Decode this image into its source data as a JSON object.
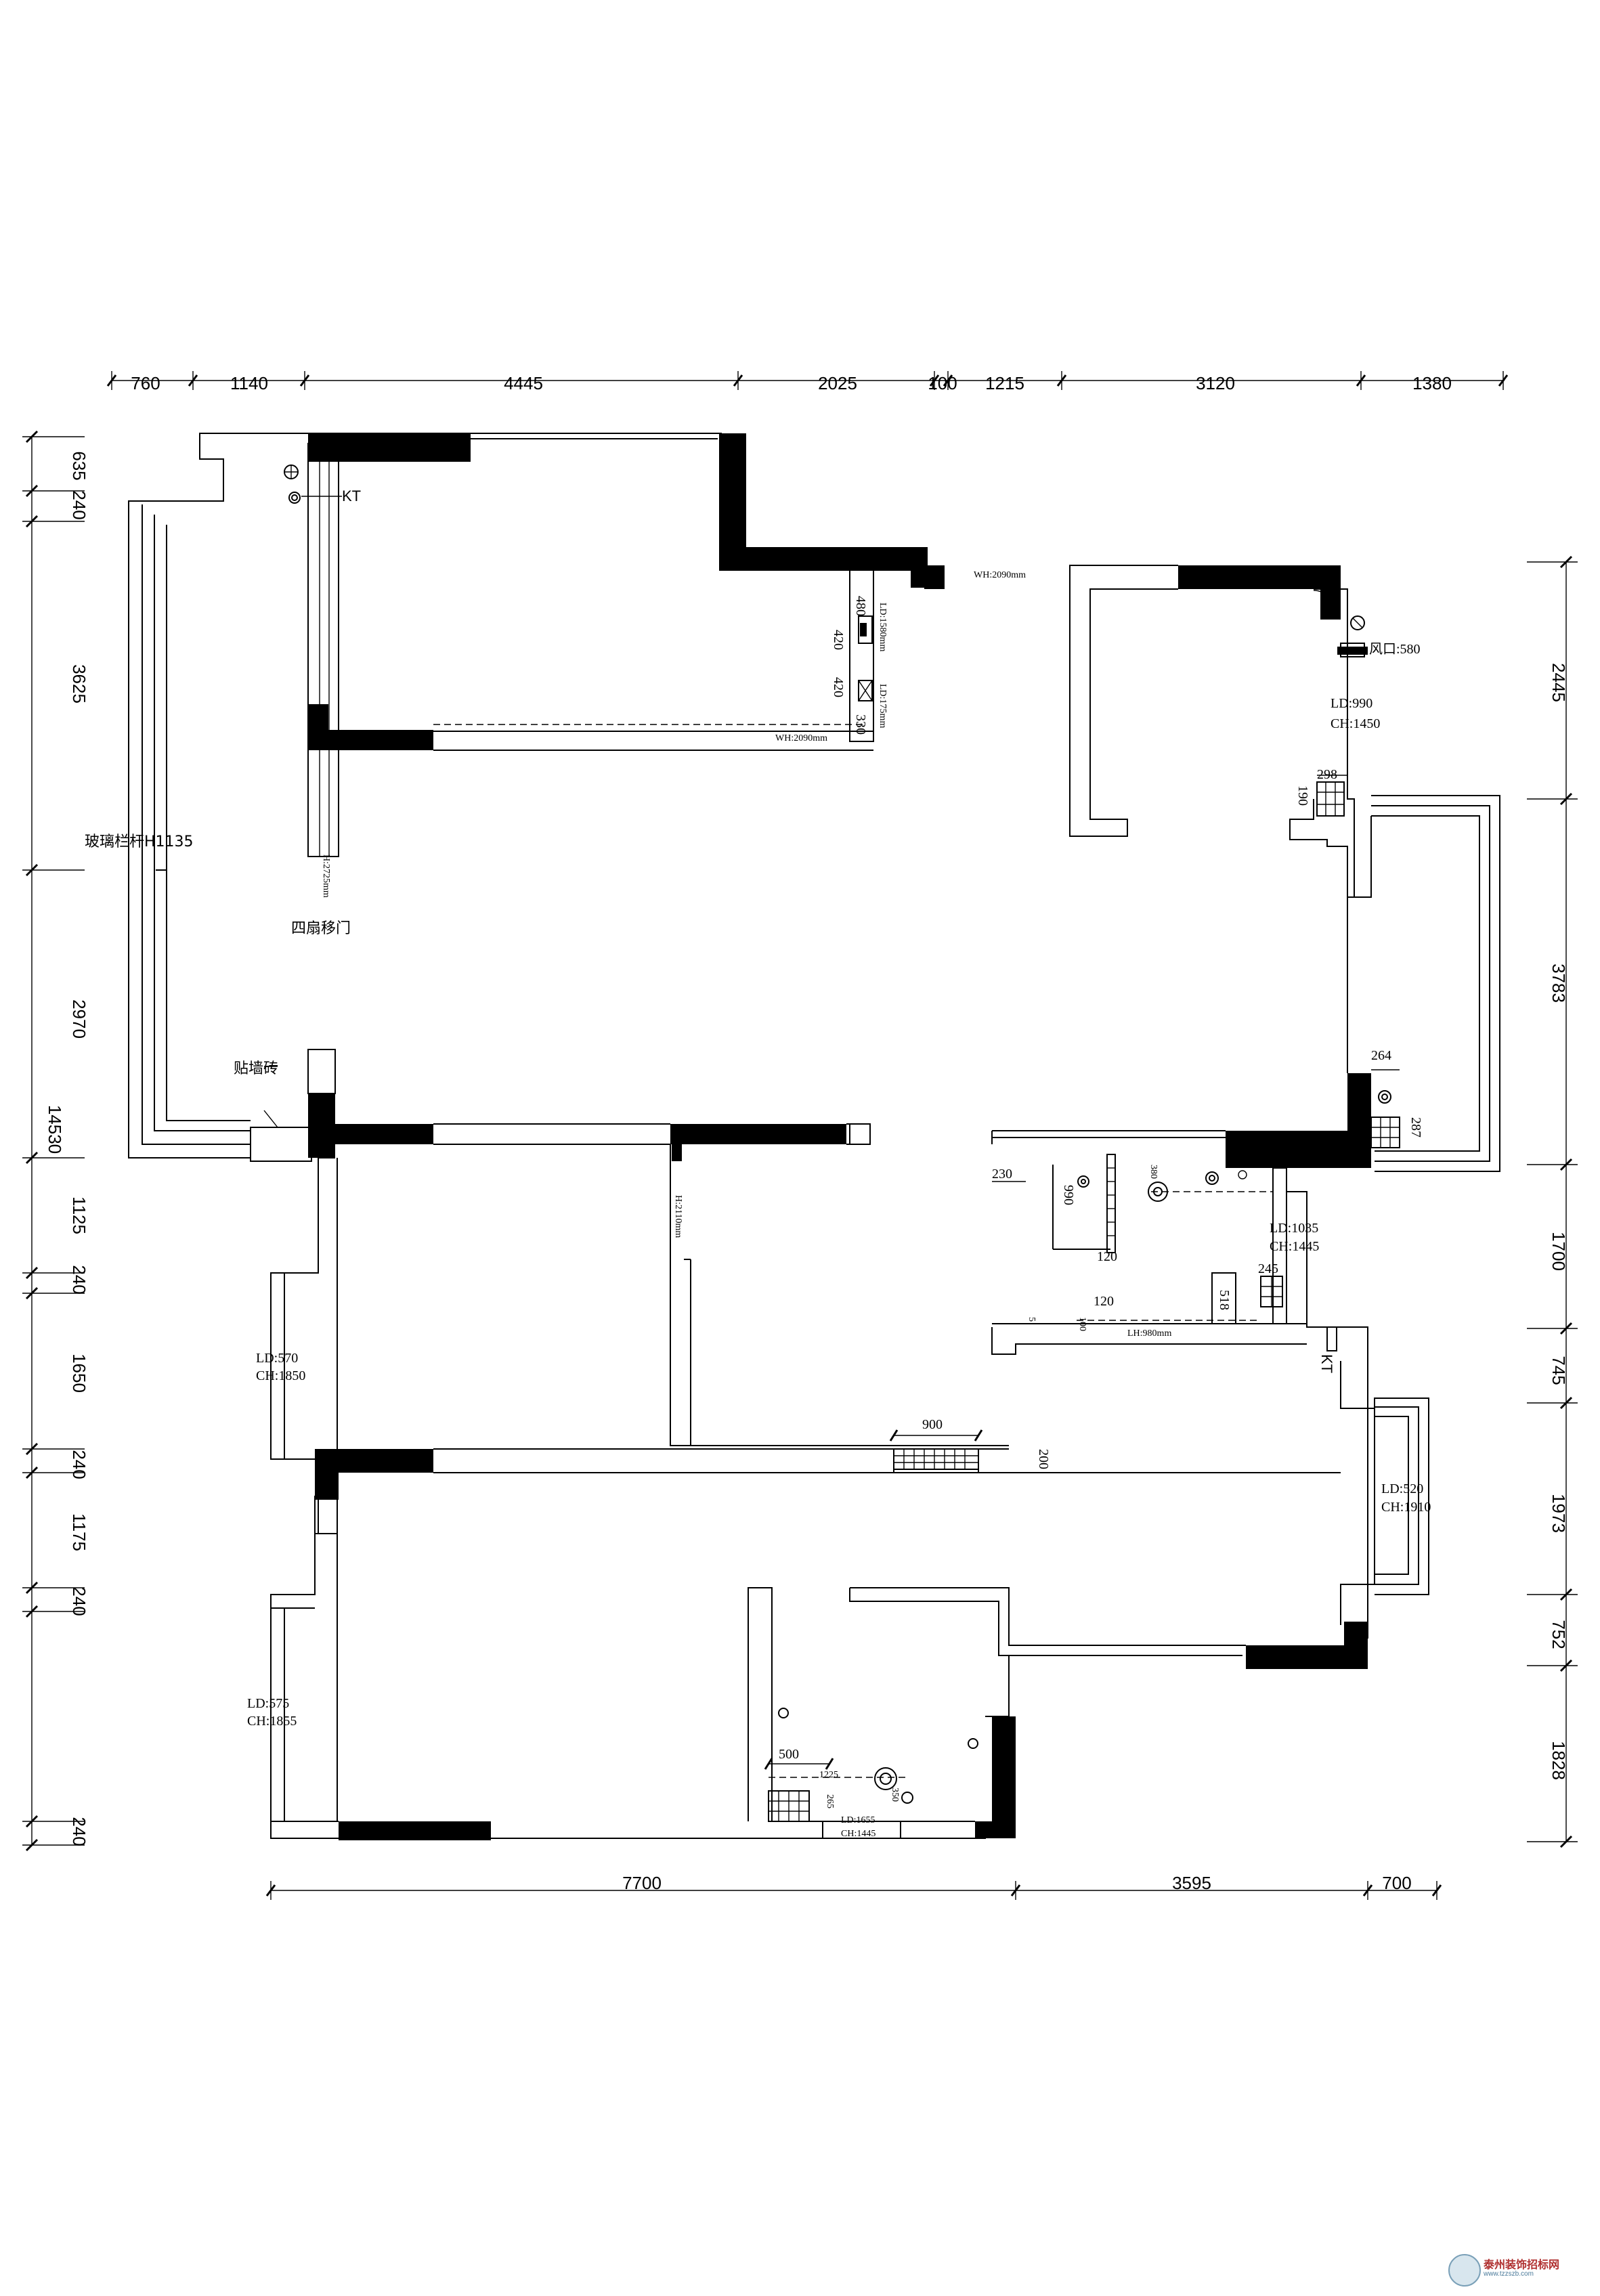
{
  "dimensions": {
    "top": [
      "760",
      "1140",
      "4445",
      "2025",
      "100",
      "1215",
      "3120",
      "1380"
    ],
    "bottom": [
      "7700",
      "3595",
      "700"
    ],
    "left": [
      "635",
      "240",
      "3625",
      "2970",
      "1125",
      "240",
      "1650",
      "240",
      "1175",
      "240",
      "240"
    ],
    "left_total": "14530",
    "right": [
      "2445",
      "3783",
      "1700",
      "745",
      "1973",
      "752",
      "1828"
    ]
  },
  "labels": {
    "kt_top": "KT",
    "kt_right": "KT",
    "glass_rail": "玻璃栏杆H1135",
    "door_h": "H:2725mm",
    "four_door": "四扇移门",
    "tile": "贴墙砖",
    "wh_top": "WH:2090mm",
    "wh_bottom": "WH:2090mm",
    "h2110": "H:2110mm",
    "size_480": "480",
    "size_420a": "420",
    "size_420b": "420",
    "size_330": "330",
    "ld_1580": "LD:1580mm",
    "ld_175": "LD:175mm",
    "fan_580": "风口:580",
    "win_tr_ld": "LD:990",
    "win_tr_ch": "CH:1450",
    "size_298": "298",
    "size_190": "190",
    "size_264": "264",
    "size_287": "287",
    "size_230": "230",
    "size_990": "990",
    "size_120a": "120",
    "size_380": "380",
    "size_245": "245",
    "size_518": "518",
    "size_120b": "120",
    "size_100": "100",
    "size_5": "5",
    "lh_980": "LH:980mm",
    "win_mid_ld": "LD:1035",
    "win_mid_ch": "CH:1445",
    "win_lb_ld": "LD:570",
    "win_lb_ch": "CH:1850",
    "size_900": "900",
    "size_200": "200",
    "win_r_ld": "LD:520",
    "win_r_ch": "CH:1910",
    "win_ll_ld": "LD:575",
    "win_ll_ch": "CH:1855",
    "size_500": "500",
    "size_1225": "1225",
    "size_265": "265",
    "size_350": "350",
    "win_bot_ld": "LD:1655",
    "win_bot_ch": "CH:1445"
  },
  "watermark": {
    "title": "泰州装饰招标网",
    "url": "www.tzzszb.com"
  },
  "colors": {
    "line": "#000000",
    "wall": "#000000",
    "background": "#ffffff"
  }
}
